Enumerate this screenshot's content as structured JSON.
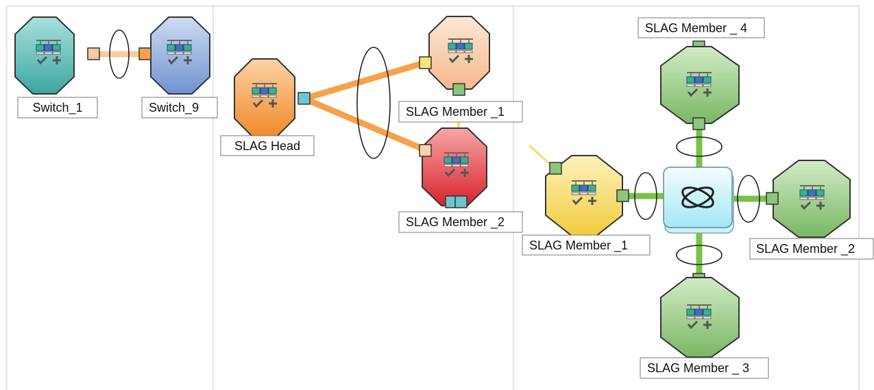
{
  "panels": [
    {
      "id": "panel-1",
      "nodes": [
        {
          "id": "switch-1",
          "label": "Switch_1",
          "color": "teal"
        },
        {
          "id": "switch-9",
          "label": "Switch_9",
          "color": "blue"
        }
      ]
    },
    {
      "id": "panel-2",
      "nodes": [
        {
          "id": "slag-head",
          "label": "SLAG Head",
          "color": "orange"
        },
        {
          "id": "slag-member-1",
          "label": "SLAG Member _1",
          "color": "peach"
        },
        {
          "id": "slag-member-2",
          "label": "SLAG Member _2",
          "color": "red"
        }
      ]
    },
    {
      "id": "panel-3",
      "hub": {
        "icon": "network-cloud-icon",
        "color": "cyan"
      },
      "nodes": [
        {
          "id": "slag-member-4",
          "label": "SLAG Member _ 4",
          "color": "green"
        },
        {
          "id": "slag-member-1b",
          "label": "SLAG Member _1",
          "color": "yellow"
        },
        {
          "id": "slag-member-2b",
          "label": "SLAG Member _2",
          "color": "green"
        },
        {
          "id": "slag-member-3",
          "label": "SLAG Member _ 3",
          "color": "green"
        }
      ]
    }
  ],
  "colors": {
    "link_orange": "#f7a14a",
    "link_orange_light": "#f9c9a0",
    "link_green": "#7cc04a",
    "link_yellow": "#f5dc6a",
    "teal": "#5dbfb8",
    "blue": "#8fb0e0",
    "orange": "#f7a34a",
    "peach": "#f9c9a3",
    "red": "#e8414a",
    "yellow": "#f7dc6c",
    "green": "#8cc67a",
    "divider": "#c8c8c8"
  }
}
